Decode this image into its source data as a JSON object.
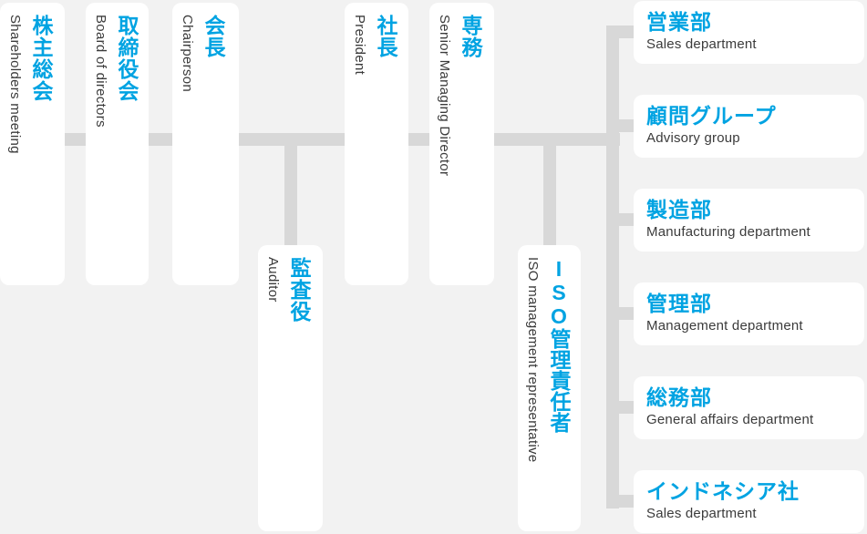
{
  "palette": {
    "background": "#f2f2f2",
    "connector_line": "#d8d8d8",
    "box_fill": "#ffffff",
    "accent_blue": "#00a3e2",
    "body_text": "#3b3b3b"
  },
  "org": {
    "executive_row": [
      {
        "title": "株主総会",
        "subtitle": "Shareholders meeting"
      },
      {
        "title": "取締役会",
        "subtitle": "Board of directors"
      },
      {
        "title": "会長",
        "subtitle": "Chairperson"
      },
      {
        "title": "社長",
        "subtitle": "President"
      },
      {
        "title": "専務",
        "subtitle": "Senior Managing Director"
      }
    ],
    "staff_row": [
      {
        "title": "監査役",
        "subtitle": "Auditor"
      },
      {
        "title": "ISO管理責任者",
        "subtitle": "ISO management representative"
      }
    ],
    "departments": [
      {
        "title": "営業部",
        "subtitle": "Sales department"
      },
      {
        "title": "顧問グループ",
        "subtitle": "Advisory group"
      },
      {
        "title": "製造部",
        "subtitle": "Manufacturing department"
      },
      {
        "title": "管理部",
        "subtitle": "Management department"
      },
      {
        "title": "総務部",
        "subtitle": "General affairs department"
      },
      {
        "title": "インドネシア社",
        "subtitle": "Sales department"
      }
    ]
  }
}
